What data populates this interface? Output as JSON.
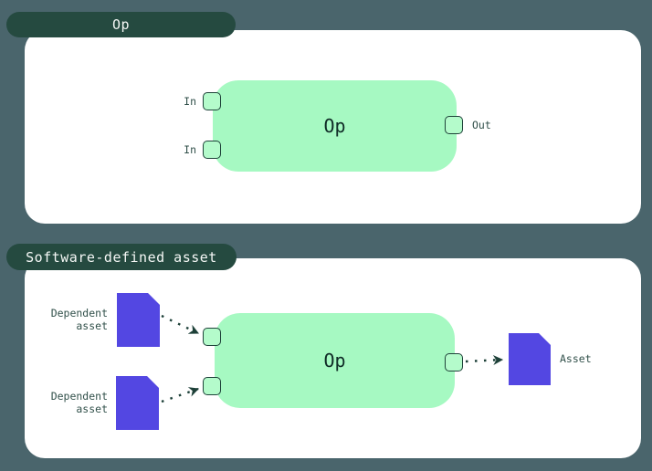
{
  "colors": {
    "background": "#4a656c",
    "tab_bg": "#254a40",
    "tab_text": "#f4f7f5",
    "panel_bg": "#ffffff",
    "op_box_bg": "#a6f9c2",
    "handle_bg": "#b4fbcb",
    "handle_border": "#1e4239",
    "op_text": "#0f2b26",
    "label_text": "#31504a",
    "asset_fill": "#5347e2",
    "connector": "#1d4038"
  },
  "op_panel": {
    "tab_label": "Op",
    "op_label": "Op",
    "input_labels": [
      "In",
      "In"
    ],
    "output_label": "Out"
  },
  "sda_panel": {
    "tab_label": "Software-defined asset",
    "op_label": "Op",
    "dependent_asset_labels": [
      "Dependent asset",
      "Dependent asset"
    ],
    "output_asset_label": "Asset"
  }
}
